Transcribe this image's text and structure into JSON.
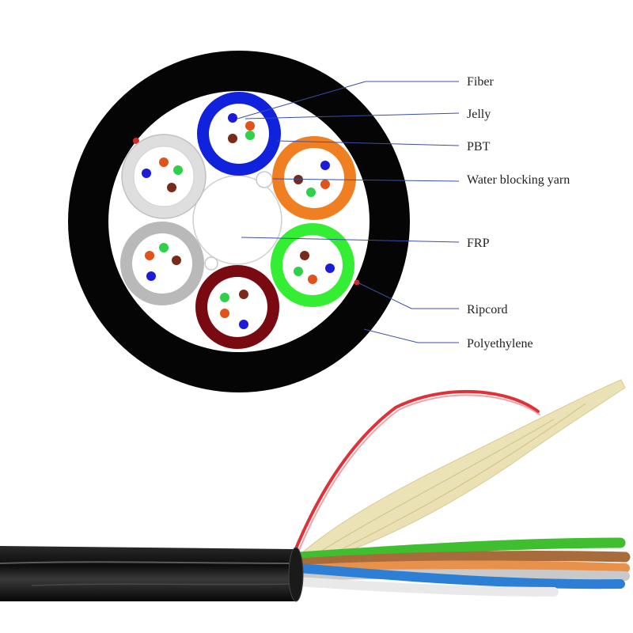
{
  "diagram": {
    "labels": [
      {
        "key": "fiber",
        "text": "Fiber"
      },
      {
        "key": "jelly",
        "text": "Jelly"
      },
      {
        "key": "pbt",
        "text": "PBT"
      },
      {
        "key": "water",
        "text": "Water blocking yarn"
      },
      {
        "key": "frp",
        "text": "FRP"
      },
      {
        "key": "ripcord",
        "text": "Ripcord"
      },
      {
        "key": "pe",
        "text": "Polyethylene"
      }
    ],
    "colors": {
      "jacket": "#050505",
      "leader_line": "#3b4ea8",
      "ripcord": "#d9262b",
      "tube_blue": "#1122dd",
      "tube_orange": "#f07f22",
      "tube_green": "#33ee33",
      "tube_maroon": "#7a0a12",
      "tube_gray": "#b9b9b9",
      "tube_white": "#dedede",
      "fiber_blue": "#1b1bd8",
      "fiber_orange": "#e0541c",
      "fiber_green": "#2fd04a",
      "fiber_brown": "#7a2a1a"
    },
    "tubes": [
      {
        "name": "tube-blue",
        "color": "tube_blue"
      },
      {
        "name": "tube-orange",
        "color": "tube_orange"
      },
      {
        "name": "tube-green",
        "color": "tube_green"
      },
      {
        "name": "tube-maroon",
        "color": "tube_maroon"
      },
      {
        "name": "tube-gray",
        "color": "tube_gray"
      },
      {
        "name": "tube-white",
        "color": "tube_white"
      }
    ]
  }
}
